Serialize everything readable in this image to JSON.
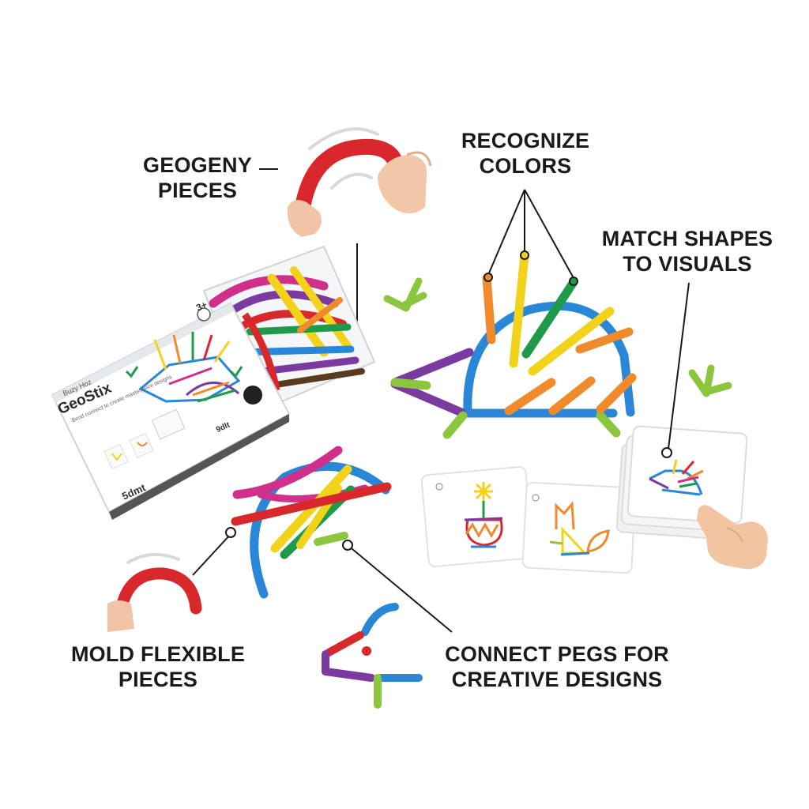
{
  "labels": {
    "geogeny": [
      "GEOGENY",
      "PIECES"
    ],
    "recognize": [
      "RECOGNIZE",
      "COLORS"
    ],
    "match": [
      "MATCH SHAPES",
      "TO VISUALS"
    ],
    "mold": [
      "MOLD FLEXIBLE",
      "PIECES"
    ],
    "connect": [
      "CONNECT PEGS FOR",
      "CREATIVE DESIGNS"
    ]
  },
  "box": {
    "small_text": "Buzy Hoz",
    "brand": "GeoStix",
    "subtitle": "Bend connect to create masterpiece designs",
    "age": "3+",
    "code": "9dlt",
    "bottom": "5dmt"
  },
  "colors": {
    "red": "#d8282c",
    "blue": "#2a86d6",
    "green": "#1f9a4a",
    "yellow": "#f2d21a",
    "orange": "#f08a2a",
    "purple": "#7a3aa0",
    "magenta": "#d0308a",
    "lime": "#8cc63f",
    "leader": "#1a1a1a"
  },
  "icons": [
    "hand-bending-red-piece-icon",
    "hand-pointing-icon",
    "check-sprout-icon"
  ]
}
